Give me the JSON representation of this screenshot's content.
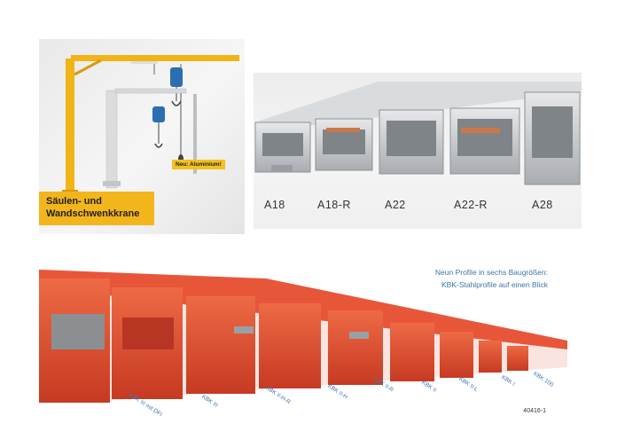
{
  "crane_panel": {
    "title_line1": "Säulen- und",
    "title_line2": "Wandschwenkkrane",
    "badge": "Neu: Aluminium!"
  },
  "aluminium_profiles": {
    "labels": [
      "A18",
      "A18-R",
      "A22",
      "A22-R",
      "A28"
    ]
  },
  "steel_profiles": {
    "headline_line1": "Neun Profile in sechs Baugrößen:",
    "headline_line2": "KBK-Stahlprofile auf einen Blick",
    "labels": [
      "KBK III mit DFI",
      "KBK III",
      "KBK II-H-R",
      "KBK II-H",
      "KBK II-R",
      "KBK II",
      "KBK II-L",
      "KBK I",
      "KBK 100"
    ],
    "reference_number": "40416-1"
  },
  "colors": {
    "crane_yellow": "#f2b51c",
    "steel_red": "#e0462c",
    "label_blue": "#3f78b8",
    "aluminium": "#c8ccd0"
  }
}
